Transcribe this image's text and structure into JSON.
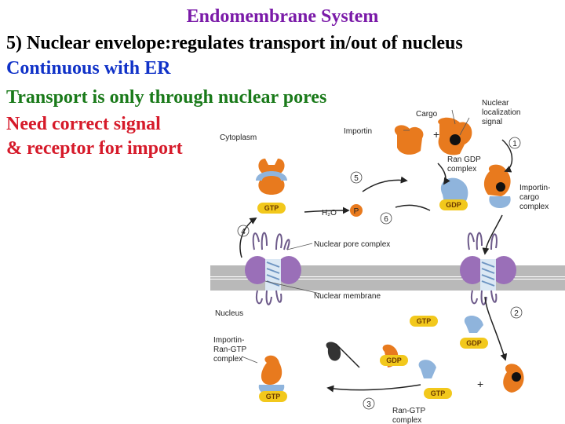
{
  "slide": {
    "title": "Endomembrane System",
    "lines": [
      "5) Nuclear envelope:regulates transport in/out of nucleus",
      "Continuous with ER",
      "Transport is only through nuclear pores",
      "Need correct signal",
      "& receptor for import"
    ],
    "colors": {
      "title": "#7a1aa8",
      "line1": "#000000",
      "line2": "#1032c8",
      "line3": "#1a7a1a",
      "line4_5": "#d61a2a"
    }
  },
  "diagram": {
    "labels": {
      "cargo": "Cargo",
      "nls_1": "Nuclear",
      "nls_2": "localization",
      "nls_3": "signal",
      "importin": "Importin",
      "cytoplasm": "Cytoplasm",
      "ran_gdp_complex_1": "Ran GDP",
      "ran_gdp_complex_2": "complex",
      "importin_cargo_1": "Importin-",
      "importin_cargo_2": "cargo",
      "importin_cargo_3": "complex",
      "h2o": "H₂O",
      "p": "P",
      "nuclear_pore_complex": "Nuclear pore complex",
      "nuclear_membrane": "Nuclear membrane",
      "nucleus": "Nucleus",
      "importin_ran_gtp_1": "Importin-",
      "importin_ran_gtp_2": "Ran-GTP",
      "importin_ran_gtp_3": "complex",
      "ran_gtp_complex_1": "Ran-GTP",
      "ran_gtp_complex_2": "complex",
      "gtp": "GTP",
      "gdp": "GDP",
      "plus": "+"
    },
    "steps": [
      "1",
      "2",
      "3",
      "4",
      "5",
      "6"
    ],
    "colors": {
      "cargo": "#e87a1e",
      "importin": "#8fb4dc",
      "ran_pill": "#f2c81c",
      "membrane": "#b9b9b9",
      "pore": "#9a6fb8"
    }
  }
}
